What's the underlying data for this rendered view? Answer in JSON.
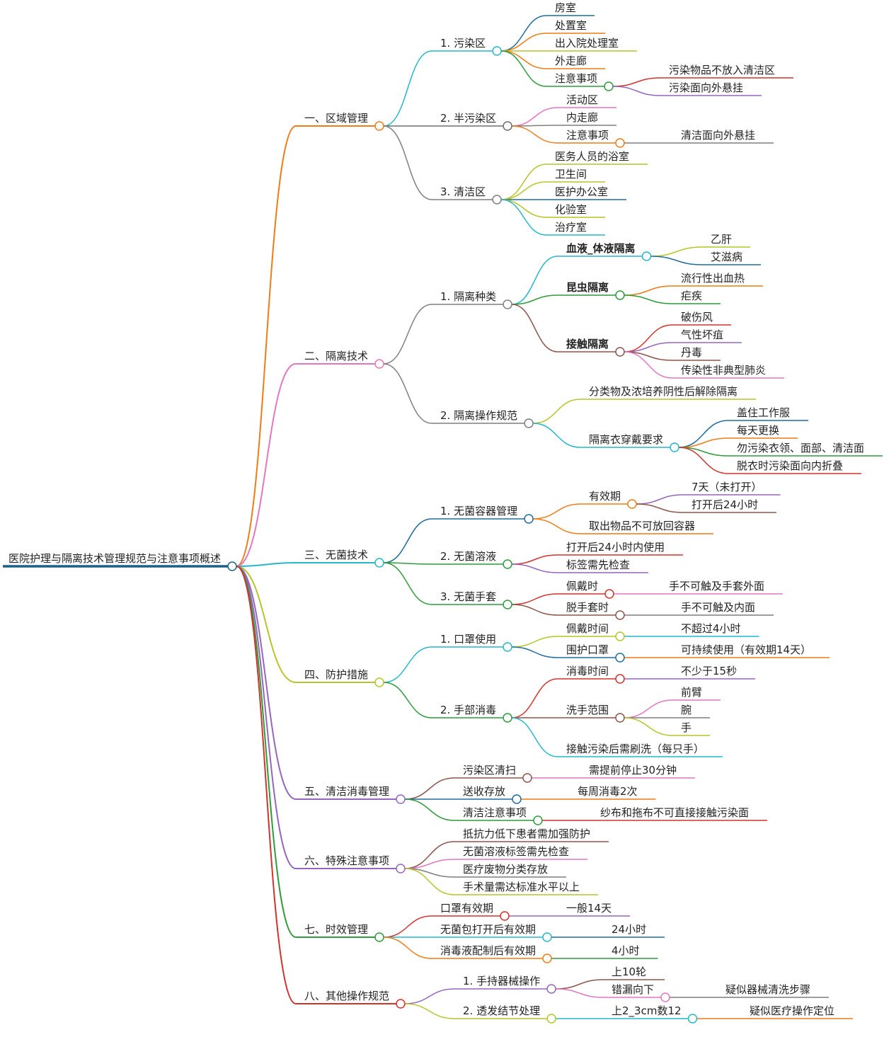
{
  "root": {
    "label": "医院护理与隔离技术管理规范与注意事项概述",
    "color": "#1f5f8b",
    "children": [
      {
        "label": "一、区域管理",
        "color": "#ee7c17",
        "children": [
          {
            "label": "1. 污染区",
            "color": "#26b8c9",
            "children": [
              {
                "label": "房室",
                "color": "#1f6d9b"
              },
              {
                "label": "处置室",
                "color": "#ee7c17"
              },
              {
                "label": "出入院处理室",
                "color": "#b8c42a"
              },
              {
                "label": "外走廊",
                "color": "#ee7c17"
              },
              {
                "label": "注意事项",
                "color": "#2e9b3c",
                "children": [
                  {
                    "label": "污染物品不放入清洁区",
                    "color": "#d2332c"
                  },
                  {
                    "label": "污染面向外悬挂",
                    "color": "#9467bd"
                  }
                ]
              }
            ]
          },
          {
            "label": "2. 半污染区",
            "color": "#6e6e6e",
            "children": [
              {
                "label": "活动区",
                "color": "#e377c2"
              },
              {
                "label": "内走廊",
                "color": "#7f7f7f"
              },
              {
                "label": "注意事项",
                "color": "#ee7c17",
                "children": [
                  {
                    "label": "清洁面向外悬挂",
                    "color": "#7f7f7f"
                  }
                ]
              }
            ]
          },
          {
            "label": "3. 清洁区",
            "color": "#7f7f7f",
            "children": [
              {
                "label": "医务人员的浴室",
                "color": "#b8c42a"
              },
              {
                "label": "卫生间",
                "color": "#b8c42a"
              },
              {
                "label": "医护办公室",
                "color": "#1f6d9b"
              },
              {
                "label": "化验室",
                "color": "#b8c42a"
              },
              {
                "label": "治疗室",
                "color": "#26b8c9"
              }
            ]
          }
        ]
      },
      {
        "label": "二、隔离技术",
        "color": "#e377c2",
        "children": [
          {
            "label": "1. 隔离种类",
            "color": "#7f7f7f",
            "children": [
              {
                "label": "血液_体液隔离",
                "bold": true,
                "color": "#26b8c9",
                "children": [
                  {
                    "label": "乙肝",
                    "color": "#b8c42a"
                  },
                  {
                    "label": "艾滋病",
                    "color": "#1f6d9b"
                  }
                ]
              },
              {
                "label": "昆虫隔离",
                "bold": true,
                "color": "#2e9b3c",
                "children": [
                  {
                    "label": "流行性出血热",
                    "color": "#ee7c17"
                  },
                  {
                    "label": "疟疾",
                    "color": "#2e9b3c"
                  }
                ]
              },
              {
                "label": "接触隔离",
                "bold": true,
                "color": "#8c564b",
                "children": [
                  {
                    "label": "破伤风",
                    "color": "#d2332c"
                  },
                  {
                    "label": "气性坏疽",
                    "color": "#9467bd"
                  },
                  {
                    "label": "丹毒",
                    "color": "#8c564b"
                  },
                  {
                    "label": "传染性非典型肺炎",
                    "color": "#e377c2"
                  }
                ]
              }
            ]
          },
          {
            "label": "2. 隔离操作规范",
            "color": "#7f7f7f",
            "children": [
              {
                "label": "分类物及浓培养阴性后解除隔离",
                "color": "#b8c42a"
              },
              {
                "label": "隔离衣穿戴要求",
                "color": "#26b8c9",
                "children": [
                  {
                    "label": "盖住工作服",
                    "color": "#1f6d9b"
                  },
                  {
                    "label": "每天更换",
                    "color": "#ee7c17"
                  },
                  {
                    "label": "勿污染衣领、面部、清洁面",
                    "color": "#2e9b3c"
                  },
                  {
                    "label": "脱衣时污染面向内折叠",
                    "color": "#d2332c"
                  }
                ]
              }
            ]
          }
        ]
      },
      {
        "label": "三、无菌技术",
        "color": "#26b8c9",
        "children": [
          {
            "label": "1. 无菌容器管理",
            "color": "#1f6d9b",
            "children": [
              {
                "label": "有效期",
                "color": "#ee7c17",
                "children": [
                  {
                    "label": "7天（未打开）",
                    "color": "#9467bd"
                  },
                  {
                    "label": "打开后24小时",
                    "color": "#8c564b"
                  }
                ]
              },
              {
                "label": "取出物品不可放回容器",
                "color": "#ee7c17"
              }
            ]
          },
          {
            "label": "2. 无菌溶液",
            "color": "#2e9b3c",
            "children": [
              {
                "label": "打开后24小时内使用",
                "color": "#d2332c"
              },
              {
                "label": "标签需先检查",
                "color": "#9467bd"
              }
            ]
          },
          {
            "label": "3. 无菌手套",
            "color": "#2e9b3c",
            "children": [
              {
                "label": "佩戴时",
                "color": "#d2332c",
                "children": [
                  {
                    "label": "手不可触及手套外面",
                    "color": "#e377c2"
                  }
                ]
              },
              {
                "label": "脱手套时",
                "color": "#8c564b",
                "children": [
                  {
                    "label": "手不可触及内面",
                    "color": "#7f7f7f"
                  }
                ]
              }
            ]
          }
        ]
      },
      {
        "label": "四、防护措施",
        "color": "#b8c42a",
        "children": [
          {
            "label": "1. 口罩使用",
            "color": "#26b8c9",
            "children": [
              {
                "label": "佩戴时间",
                "color": "#b8c42a",
                "children": [
                  {
                    "label": "不超过4小时",
                    "color": "#26b8c9"
                  }
                ]
              },
              {
                "label": "围护口罩",
                "color": "#1f6d9b",
                "children": [
                  {
                    "label": "可持续使用（有效期14天）",
                    "color": "#ee7c17"
                  }
                ]
              }
            ]
          },
          {
            "label": "2. 手部消毒",
            "color": "#2e9b3c",
            "children": [
              {
                "label": "消毒时间",
                "color": "#d2332c",
                "children": [
                  {
                    "label": "不少于15秒",
                    "color": "#9467bd"
                  }
                ]
              },
              {
                "label": "洗手范围",
                "color": "#8c564b",
                "children": [
                  {
                    "label": "前臂",
                    "color": "#e377c2"
                  },
                  {
                    "label": "腕",
                    "color": "#7f7f7f"
                  },
                  {
                    "label": "手",
                    "color": "#b8c42a"
                  }
                ]
              },
              {
                "label": "接触污染后需刷洗（每只手）",
                "color": "#26b8c9"
              }
            ]
          }
        ]
      },
      {
        "label": "五、清洁消毒管理",
        "color": "#9467bd",
        "children": [
          {
            "label": "污染区清扫",
            "color": "#8c564b",
            "children": [
              {
                "label": "需提前停止30分钟",
                "color": "#e377c2"
              }
            ]
          },
          {
            "label": "送收存放",
            "color": "#1f6d9b",
            "children": [
              {
                "label": "每周消毒2次",
                "color": "#ee7c17"
              }
            ]
          },
          {
            "label": "清洁注意事项",
            "color": "#2e9b3c",
            "children": [
              {
                "label": "纱布和拖布不可直接接触污染面",
                "color": "#d2332c"
              }
            ]
          }
        ]
      },
      {
        "label": "六、特殊注意事项",
        "color": "#9467bd",
        "children": [
          {
            "label": "抵抗力低下患者需加强防护",
            "color": "#8c564b"
          },
          {
            "label": "无菌溶液标签需先检查",
            "color": "#e377c2"
          },
          {
            "label": "医疗废物分类存放",
            "color": "#7f7f7f"
          },
          {
            "label": "手术量需达标准水平以上",
            "color": "#b8c42a"
          }
        ]
      },
      {
        "label": "七、时效管理",
        "color": "#2e9b3c",
        "children": [
          {
            "label": "口罩有效期",
            "color": "#d2332c",
            "children": [
              {
                "label": "一般14天",
                "color": "#9467bd"
              }
            ]
          },
          {
            "label": "无菌包打开后有效期",
            "color": "#26b8c9",
            "children": [
              {
                "label": "24小时",
                "color": "#1f6d9b"
              }
            ]
          },
          {
            "label": "消毒液配制后有效期",
            "color": "#ee7c17",
            "children": [
              {
                "label": "4小时",
                "color": "#2e9b3c"
              }
            ]
          }
        ]
      },
      {
        "label": "八、其他操作规范",
        "color": "#d2332c",
        "children": [
          {
            "label": "1. 手持器械操作",
            "color": "#9467bd",
            "children": [
              {
                "label": "上10轮",
                "color": "#8c564b"
              },
              {
                "label": "错漏向下",
                "color": "#e377c2",
                "children": [
                  {
                    "label": "疑似器械清洗步骤",
                    "color": "#7f7f7f"
                  }
                ]
              }
            ]
          },
          {
            "label": "2. 透发结节处理",
            "color": "#b8c42a",
            "children": [
              {
                "label": "上2_3cm数12",
                "color": "#26b8c9",
                "children": [
                  {
                    "label": "疑似医疗操作定位",
                    "color": "#ee7c17"
                  }
                ]
              }
            ]
          }
        ]
      }
    ]
  }
}
